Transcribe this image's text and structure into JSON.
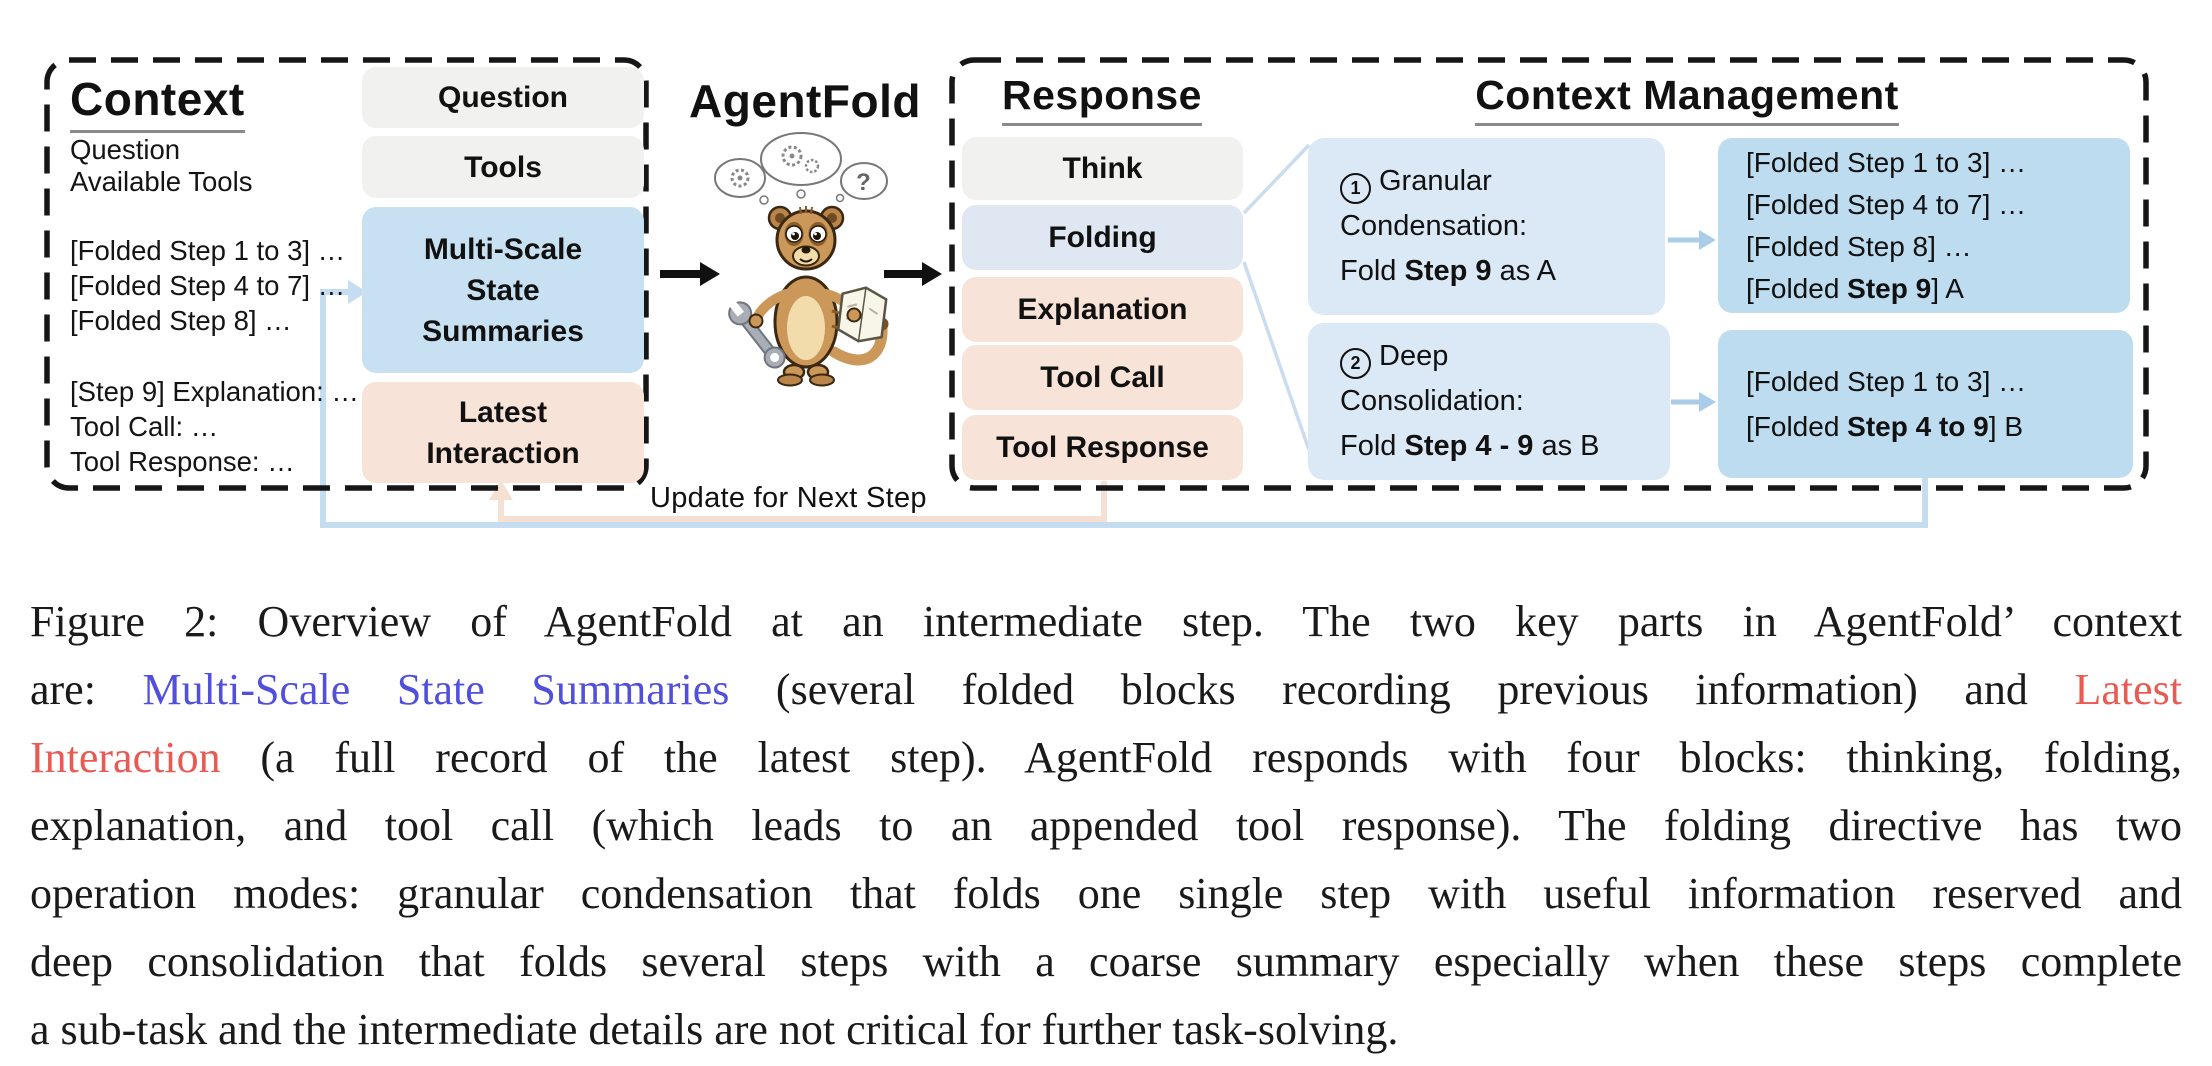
{
  "colors": {
    "gray_block": "#f1f1ef",
    "blue_block": "#c8e1f2",
    "peach_block": "#f7e3d7",
    "folding_block": "#dfe7f3",
    "op_block": "#dbe8f6",
    "result_block": "#bddcf0",
    "line_blue": "#c5ddf0",
    "line_peach": "#f6e0d3",
    "underline": "#8a8a8a",
    "caption_blue": "#5150dd",
    "caption_red": "#e85a52"
  },
  "diagram": {
    "context": {
      "title": "Context",
      "intro_lines": [
        "Question",
        "Available Tools"
      ],
      "folded_lines": [
        "[Folded Step 1 to 3] …",
        "[Folded Step 4 to 7] …",
        "[Folded Step 8] …"
      ],
      "latest_lines": [
        "[Step 9] Explanation: …",
        "Tool Call: …",
        "Tool Response: …"
      ],
      "blocks": [
        {
          "label": "Question",
          "kind": "gray"
        },
        {
          "label": "Tools",
          "kind": "gray"
        },
        {
          "label": "Multi-Scale State Summaries",
          "kind": "blue"
        },
        {
          "label": "Latest Interaction",
          "kind": "peach"
        }
      ]
    },
    "model_label": "AgentFold",
    "mascot": "meerkat-mascot-with-wrench-and-map",
    "response": {
      "title": "Response",
      "blocks": [
        {
          "label": "Think",
          "kind": "gray"
        },
        {
          "label": "Folding",
          "kind": "folding"
        },
        {
          "label": "Explanation",
          "kind": "peach"
        },
        {
          "label": "Tool Call",
          "kind": "peach"
        },
        {
          "label": "Tool Response",
          "kind": "peach"
        }
      ]
    },
    "context_management": {
      "title": "Context Management",
      "operations": [
        {
          "number": "1",
          "lines": [
            [
              {
                "t": "Granular"
              }
            ],
            [
              {
                "t": "Condensation:"
              }
            ],
            [
              {
                "t": "Fold "
              },
              {
                "t": "Step 9",
                "b": true
              },
              {
                "t": " as A"
              }
            ]
          ],
          "result_lines": [
            [
              {
                "t": "[Folded Step 1 to 3] …"
              }
            ],
            [
              {
                "t": "[Folded Step 4 to 7] …"
              }
            ],
            [
              {
                "t": "[Folded Step 8] …"
              }
            ],
            [
              {
                "t": "[Folded "
              },
              {
                "t": "Step 9",
                "b": true
              },
              {
                "t": "] A"
              }
            ]
          ]
        },
        {
          "number": "2",
          "lines": [
            [
              {
                "t": "Deep"
              }
            ],
            [
              {
                "t": "Consolidation:"
              }
            ],
            [
              {
                "t": "Fold "
              },
              {
                "t": "Step 4 - 9",
                "b": true
              },
              {
                "t": " as B"
              }
            ]
          ],
          "result_lines": [
            [
              {
                "t": "[Folded Step 1 to 3] …"
              }
            ],
            [
              {
                "t": "[Folded "
              },
              {
                "t": "Step 4 to 9",
                "b": true
              },
              {
                "t": "] B"
              }
            ]
          ]
        }
      ]
    },
    "update_label": "Update for Next Step"
  },
  "caption": {
    "lines": [
      [
        {
          "t": "Figure 2: Overview of AgentFold at an intermediate step. The two key parts in AgentFold’ context"
        }
      ],
      [
        {
          "t": "are: "
        },
        {
          "t": "Multi-Scale State Summaries",
          "c": "blue"
        },
        {
          "t": " (several folded blocks recording previous information) and "
        },
        {
          "t": "Latest",
          "c": "red"
        }
      ],
      [
        {
          "t": "Interaction",
          "c": "red"
        },
        {
          "t": " (a full record of the latest step). AgentFold responds with four blocks: thinking, folding,"
        }
      ],
      [
        {
          "t": "explanation, and tool call (which leads to an appended tool response). The folding directive has two"
        }
      ],
      [
        {
          "t": "operation modes: granular condensation that folds one single step with useful information reserved and"
        }
      ],
      [
        {
          "t": "deep consolidation that folds several steps with a coarse summary especially when these steps complete"
        }
      ],
      [
        {
          "t": "a sub-task and the intermediate details are not critical for further task-solving."
        }
      ]
    ]
  }
}
